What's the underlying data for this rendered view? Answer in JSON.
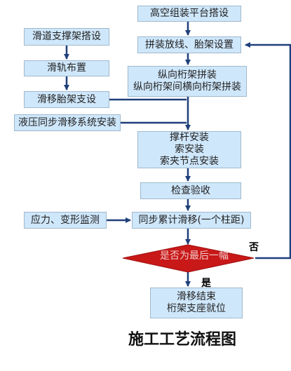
{
  "title": "施工工艺流程图",
  "nodes": {
    "n1": "高空组装平台搭设",
    "n2": "拼装放线、胎架设置",
    "n3": [
      "纵向桁架拼装",
      "纵向桁架间横向桁架拼装"
    ],
    "n4": [
      "撑杆安装",
      "索安装",
      "索夹节点安装"
    ],
    "n5": "检查验收",
    "n6": "同步累计滑移(一个柱距)",
    "decision": "是否为最后一幅",
    "end": [
      "滑移结束",
      "桁架支座就位"
    ],
    "side1": "滑道支撑架搭设",
    "side2": "滑轨布置",
    "side3": "滑移胎架支设",
    "side4": "液压同步滑移系统安装",
    "side5": "应力、变形监测"
  },
  "branches": {
    "yes": "是",
    "no": "否"
  },
  "colors": {
    "box": "#cfe7fb",
    "border": "#9fb8cc",
    "arrow": "#1f3f7a",
    "decision": "#c81818"
  }
}
